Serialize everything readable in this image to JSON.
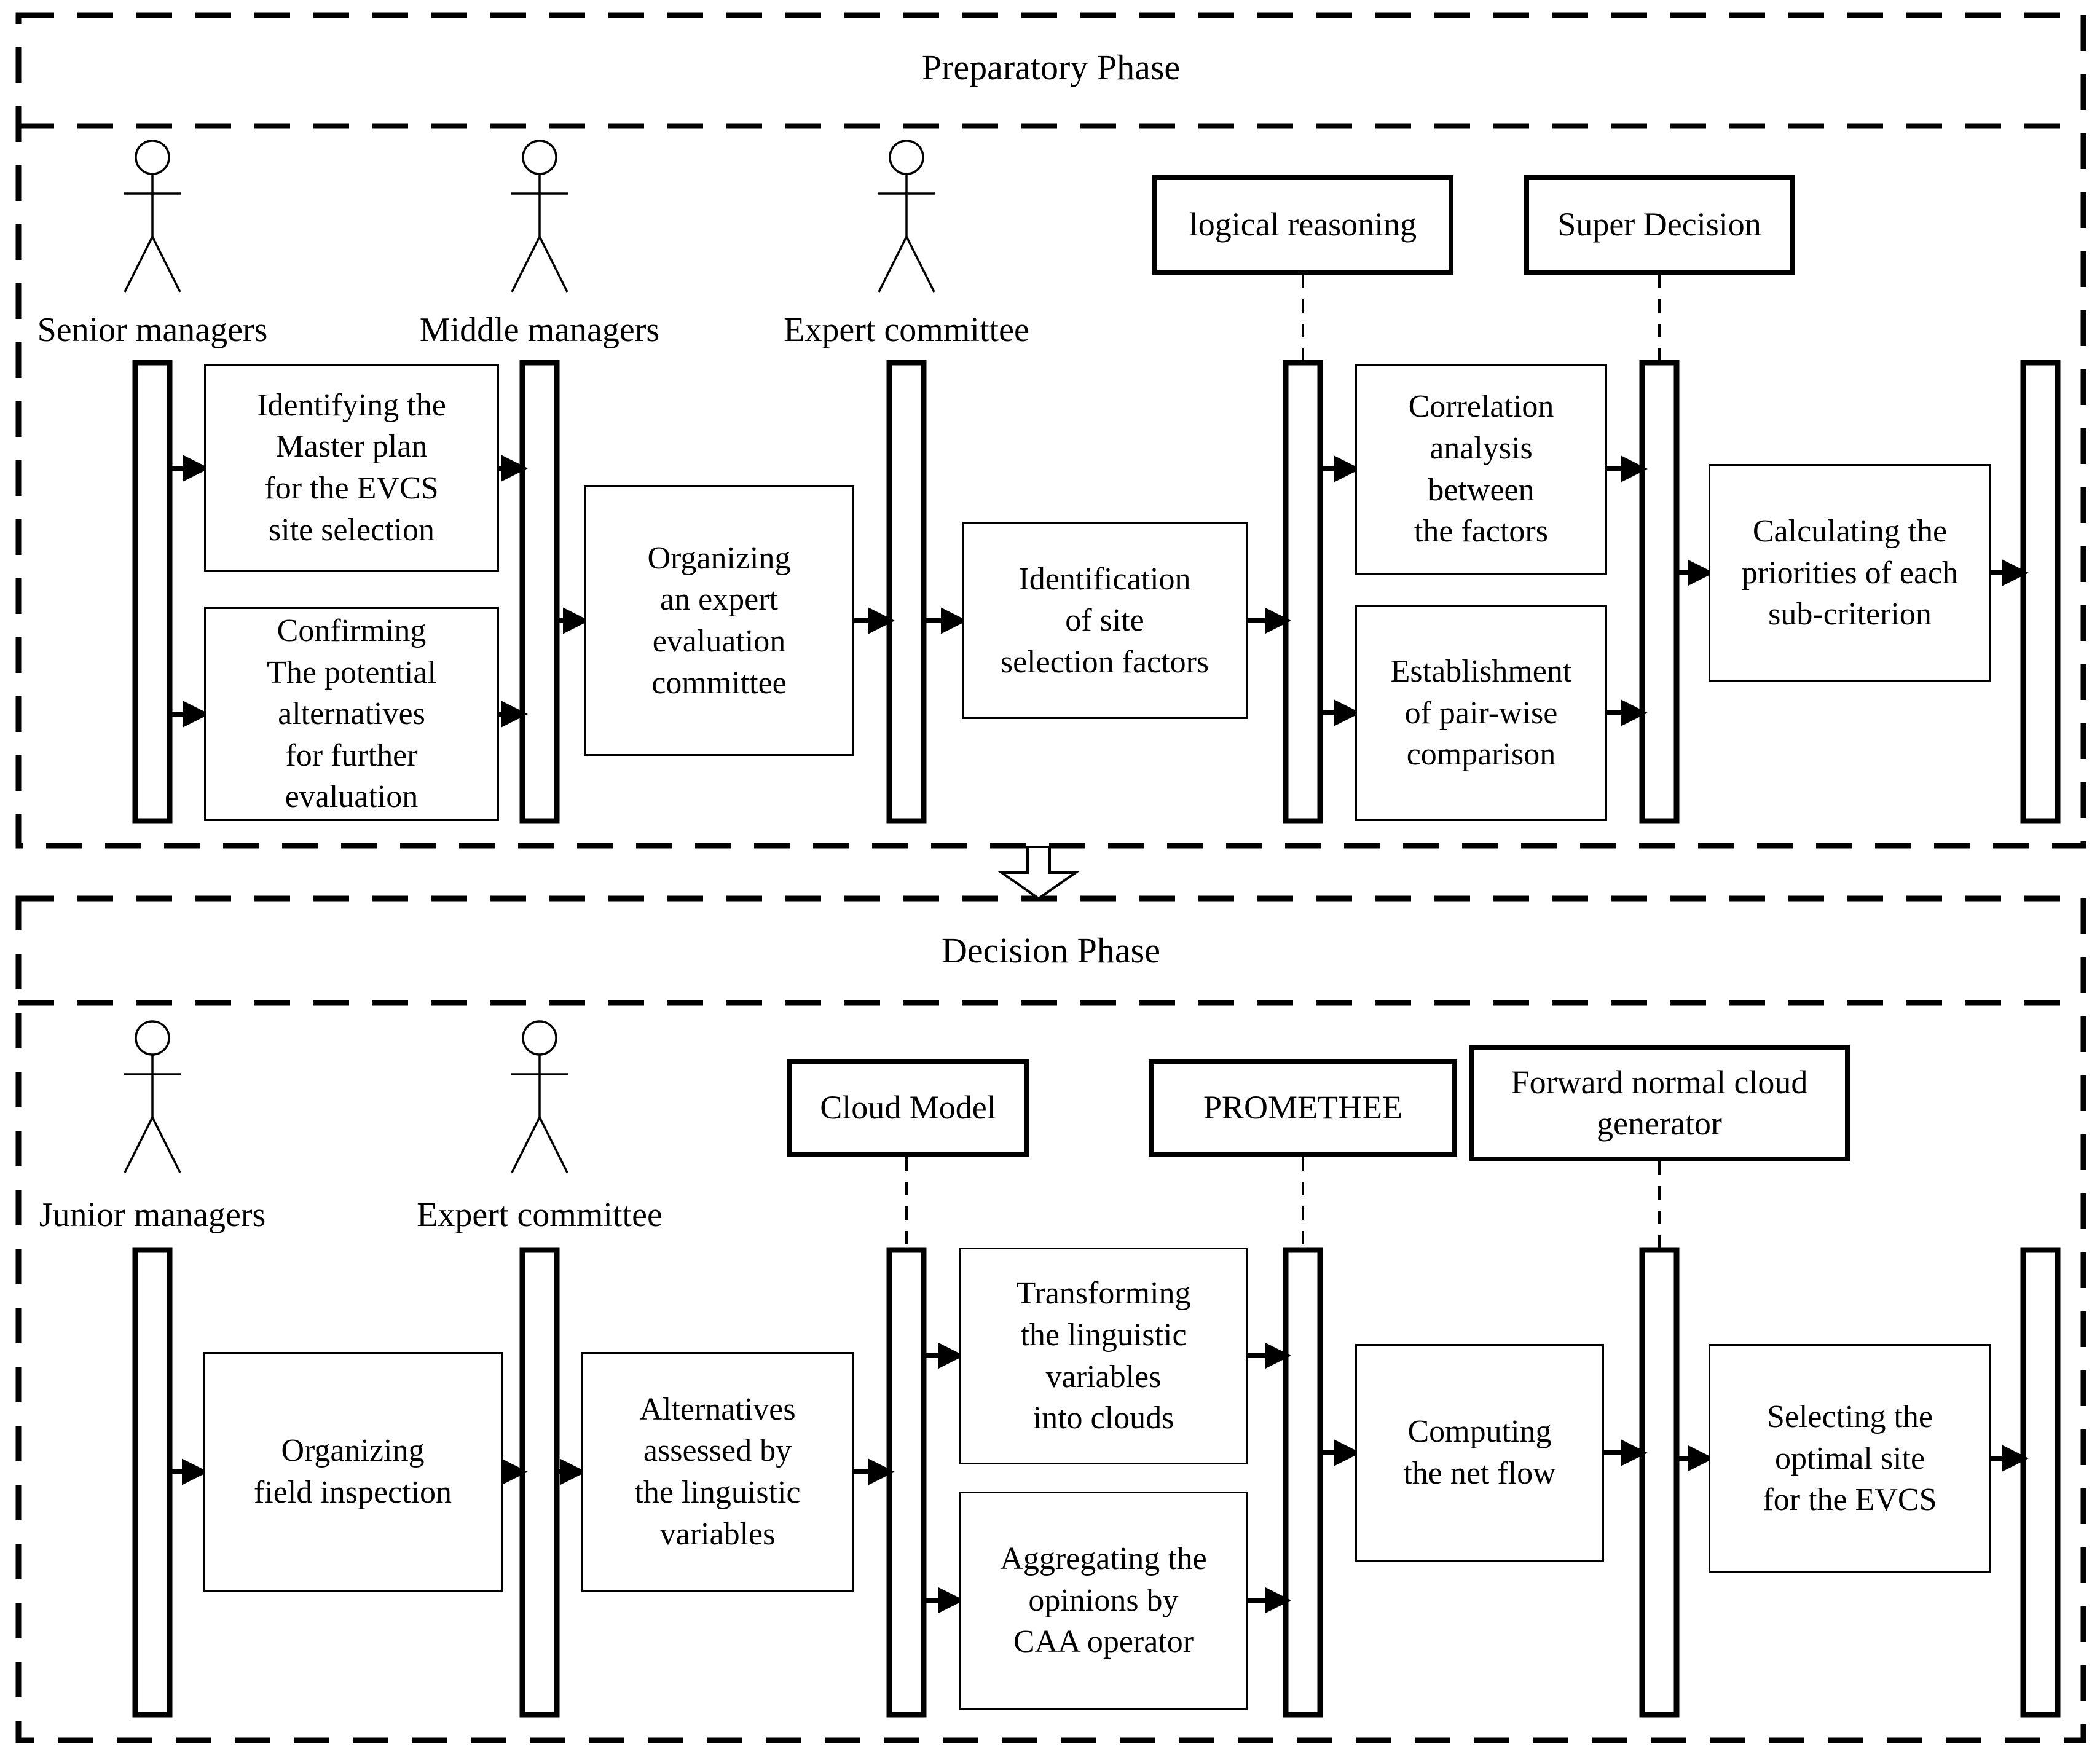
{
  "colors": {
    "ink": "#000000",
    "background": "#ffffff"
  },
  "phases": [
    {
      "title": "Preparatory Phase",
      "actors": [
        {
          "label": "Senior managers",
          "icon": "actor-stick-figure"
        },
        {
          "label": "Middle managers",
          "icon": "actor-stick-figure"
        },
        {
          "label": "Expert committee",
          "icon": "actor-stick-figure"
        }
      ],
      "tools": [
        {
          "label": "logical reasoning"
        },
        {
          "label": "Super Decision"
        }
      ],
      "steps": [
        {
          "label": "Identifying the\nMaster plan\nfor the EVCS\nsite selection"
        },
        {
          "label": "Confirming\nThe potential\nalternatives\nfor further\nevaluation"
        },
        {
          "label": "Organizing\nan expert\nevaluation\ncommittee"
        },
        {
          "label": "Identification\nof site\nselection factors"
        },
        {
          "label": "Correlation\nanalysis\nbetween\nthe factors"
        },
        {
          "label": "Establishment\nof pair-wise\ncomparison"
        },
        {
          "label": "Calculating the\npriorities of each\nsub-criterion"
        }
      ]
    },
    {
      "title": "Decision Phase",
      "actors": [
        {
          "label": "Junior managers",
          "icon": "actor-stick-figure"
        },
        {
          "label": "Expert committee",
          "icon": "actor-stick-figure"
        }
      ],
      "tools": [
        {
          "label": "Cloud Model"
        },
        {
          "label": "PROMETHEE"
        },
        {
          "label": "Forward normal cloud\ngenerator"
        }
      ],
      "steps": [
        {
          "label": "Organizing\nfield inspection"
        },
        {
          "label": "Alternatives\nassessed by\nthe linguistic\nvariables"
        },
        {
          "label": "Transforming\nthe linguistic\nvariables\ninto clouds"
        },
        {
          "label": "Aggregating the\nopinions by\nCAA operator"
        },
        {
          "label": "Computing\nthe net flow"
        },
        {
          "label": "Selecting the\noptimal site\nfor the EVCS"
        }
      ]
    }
  ],
  "transition": {
    "icon": "hollow-down-arrow"
  }
}
